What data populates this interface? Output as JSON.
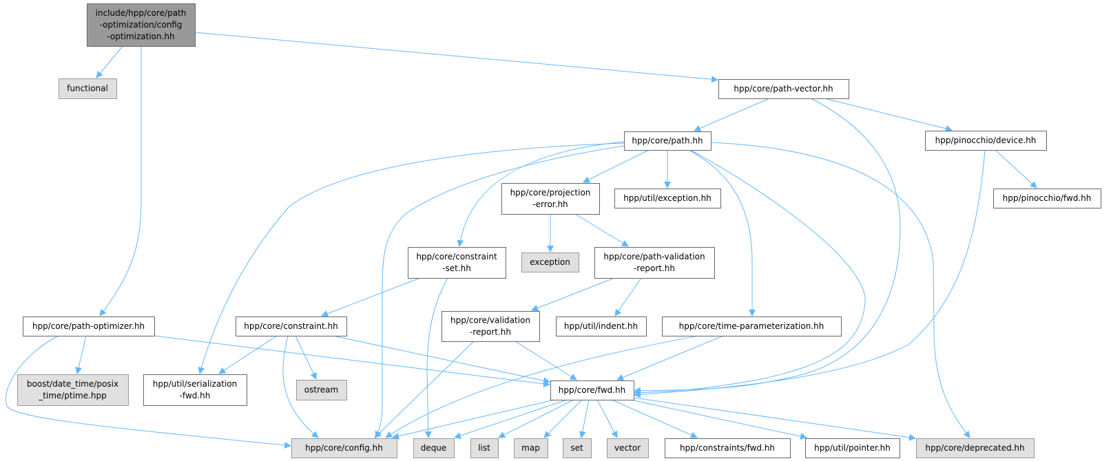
{
  "graph": {
    "colors": {
      "edge": "#63b8ff",
      "root_fill": "#999999",
      "root_border": "#666666",
      "internal_fill": "#ffffff",
      "internal_border": "#666666",
      "external_fill": "#e0e0e0",
      "external_border": "#999999"
    },
    "nodes": [
      {
        "id": "root",
        "kind": "root",
        "lines": [
          "include/hpp/core/path",
          "-optimization/config",
          "-optimization.hh"
        ]
      },
      {
        "id": "functional",
        "kind": "external",
        "lines": [
          "functional"
        ]
      },
      {
        "id": "path-vector",
        "kind": "internal",
        "lines": [
          "hpp/core/path-vector.hh"
        ]
      },
      {
        "id": "path",
        "kind": "internal",
        "lines": [
          "hpp/core/path.hh"
        ]
      },
      {
        "id": "device",
        "kind": "internal",
        "lines": [
          "hpp/pinocchio/device.hh"
        ]
      },
      {
        "id": "projection-error",
        "kind": "internal",
        "lines": [
          "hpp/core/projection",
          "-error.hh"
        ]
      },
      {
        "id": "util-exception",
        "kind": "internal",
        "lines": [
          "hpp/util/exception.hh"
        ]
      },
      {
        "id": "pinocchio-fwd",
        "kind": "internal",
        "lines": [
          "hpp/pinocchio/fwd.hh"
        ]
      },
      {
        "id": "constraint-set",
        "kind": "internal",
        "lines": [
          "hpp/core/constraint",
          "-set.hh"
        ]
      },
      {
        "id": "exception",
        "kind": "external",
        "lines": [
          "exception"
        ]
      },
      {
        "id": "path-validation-report",
        "kind": "internal",
        "lines": [
          "hpp/core/path-validation",
          "-report.hh"
        ]
      },
      {
        "id": "path-optimizer",
        "kind": "internal",
        "lines": [
          "hpp/core/path-optimizer.hh"
        ]
      },
      {
        "id": "constraint",
        "kind": "internal",
        "lines": [
          "hpp/core/constraint.hh"
        ]
      },
      {
        "id": "validation-report",
        "kind": "internal",
        "lines": [
          "hpp/core/validation",
          "-report.hh"
        ]
      },
      {
        "id": "indent",
        "kind": "internal",
        "lines": [
          "hpp/util/indent.hh"
        ]
      },
      {
        "id": "time-parameterization",
        "kind": "internal",
        "lines": [
          "hpp/core/time-parameterization.hh"
        ]
      },
      {
        "id": "boost-ptime",
        "kind": "external",
        "lines": [
          "boost/date_time/posix",
          "_time/ptime.hpp"
        ]
      },
      {
        "id": "serialization-fwd",
        "kind": "internal",
        "lines": [
          "hpp/util/serialization",
          "-fwd.hh"
        ]
      },
      {
        "id": "ostream",
        "kind": "external",
        "lines": [
          "ostream"
        ]
      },
      {
        "id": "core-fwd",
        "kind": "internal",
        "lines": [
          "hpp/core/fwd.hh"
        ]
      },
      {
        "id": "config",
        "kind": "external",
        "lines": [
          "hpp/core/config.hh"
        ]
      },
      {
        "id": "deque",
        "kind": "external",
        "lines": [
          "deque"
        ]
      },
      {
        "id": "list",
        "kind": "external",
        "lines": [
          "list"
        ]
      },
      {
        "id": "map",
        "kind": "external",
        "lines": [
          "map"
        ]
      },
      {
        "id": "set",
        "kind": "external",
        "lines": [
          "set"
        ]
      },
      {
        "id": "vector",
        "kind": "external",
        "lines": [
          "vector"
        ]
      },
      {
        "id": "constraints-fwd",
        "kind": "internal",
        "lines": [
          "hpp/constraints/fwd.hh"
        ]
      },
      {
        "id": "pointer",
        "kind": "internal",
        "lines": [
          "hpp/util/pointer.hh"
        ]
      },
      {
        "id": "deprecated",
        "kind": "external",
        "lines": [
          "hpp/core/deprecated.hh"
        ]
      }
    ],
    "edges": [
      [
        "root",
        "functional"
      ],
      [
        "root",
        "path-optimizer"
      ],
      [
        "root",
        "path-vector"
      ],
      [
        "path-vector",
        "path"
      ],
      [
        "path-vector",
        "core-fwd"
      ],
      [
        "path-vector",
        "device"
      ],
      [
        "path",
        "projection-error"
      ],
      [
        "path",
        "util-exception"
      ],
      [
        "path",
        "constraint-set"
      ],
      [
        "path",
        "serialization-fwd"
      ],
      [
        "path",
        "config"
      ],
      [
        "path",
        "time-parameterization"
      ],
      [
        "path",
        "core-fwd"
      ],
      [
        "path",
        "deprecated"
      ],
      [
        "device",
        "core-fwd"
      ],
      [
        "device",
        "pinocchio-fwd"
      ],
      [
        "projection-error",
        "exception"
      ],
      [
        "projection-error",
        "path-validation-report"
      ],
      [
        "path-validation-report",
        "validation-report"
      ],
      [
        "path-validation-report",
        "indent"
      ],
      [
        "constraint-set",
        "constraint"
      ],
      [
        "constraint-set",
        "deque"
      ],
      [
        "validation-report",
        "config"
      ],
      [
        "validation-report",
        "core-fwd"
      ],
      [
        "time-parameterization",
        "config"
      ],
      [
        "time-parameterization",
        "core-fwd"
      ],
      [
        "path-optimizer",
        "config"
      ],
      [
        "path-optimizer",
        "boost-ptime"
      ],
      [
        "path-optimizer",
        "core-fwd"
      ],
      [
        "constraint",
        "serialization-fwd"
      ],
      [
        "constraint",
        "ostream"
      ],
      [
        "constraint",
        "config"
      ],
      [
        "constraint",
        "core-fwd"
      ],
      [
        "core-fwd",
        "config"
      ],
      [
        "core-fwd",
        "deque"
      ],
      [
        "core-fwd",
        "list"
      ],
      [
        "core-fwd",
        "map"
      ],
      [
        "core-fwd",
        "set"
      ],
      [
        "core-fwd",
        "vector"
      ],
      [
        "core-fwd",
        "constraints-fwd"
      ],
      [
        "core-fwd",
        "pointer"
      ],
      [
        "core-fwd",
        "deprecated"
      ]
    ]
  }
}
